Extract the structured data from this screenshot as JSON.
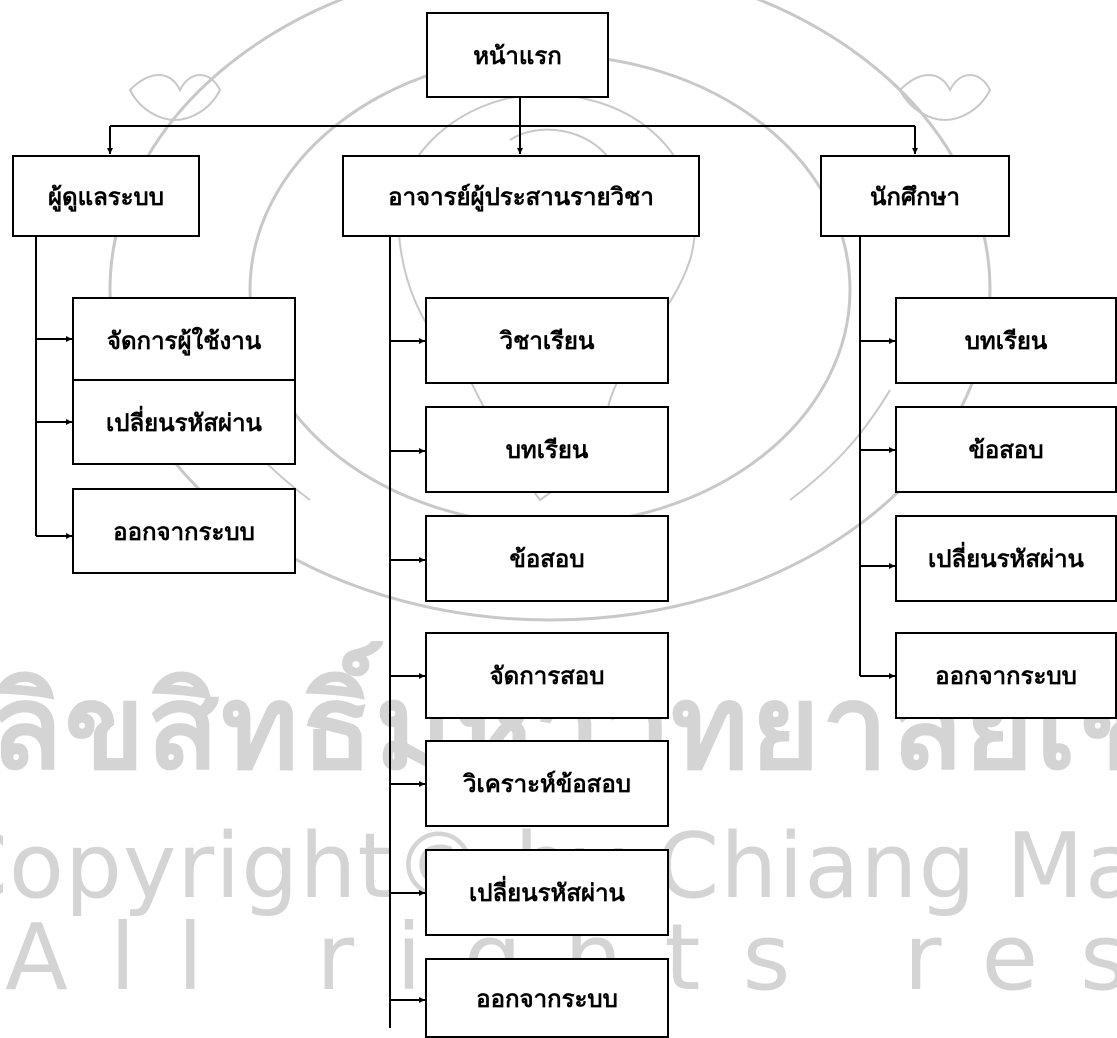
{
  "watermark": {
    "seal_logo": "chiang-mai-university-seal",
    "thai_text": "ลิขสิทธิ์มหาวิทยาลัยเชียงใหม่",
    "copyright": "Copyright© by Chiang Mai University",
    "rights": "All rights reserved"
  },
  "root": {
    "label": "หน้าแรก"
  },
  "roles": [
    {
      "label": "ผู้ดูแลระบบ",
      "items": [
        "จัดการผู้ใช้งาน",
        "เปลี่ยนรหัสผ่าน",
        "ออกจากระบบ"
      ]
    },
    {
      "label": "อาจารย์ผู้ประสานรายวิชา",
      "items": [
        "วิชาเรียน",
        "บทเรียน",
        "ข้อสอบ",
        "จัดการสอบ",
        "วิเคราะห์ข้อสอบ",
        "เปลี่ยนรหัสผ่าน",
        "ออกจากระบบ"
      ]
    },
    {
      "label": "นักศึกษา",
      "items": [
        "บทเรียน",
        "ข้อสอบ",
        "เปลี่ยนรหัสผ่าน",
        "ออกจากระบบ"
      ]
    }
  ]
}
